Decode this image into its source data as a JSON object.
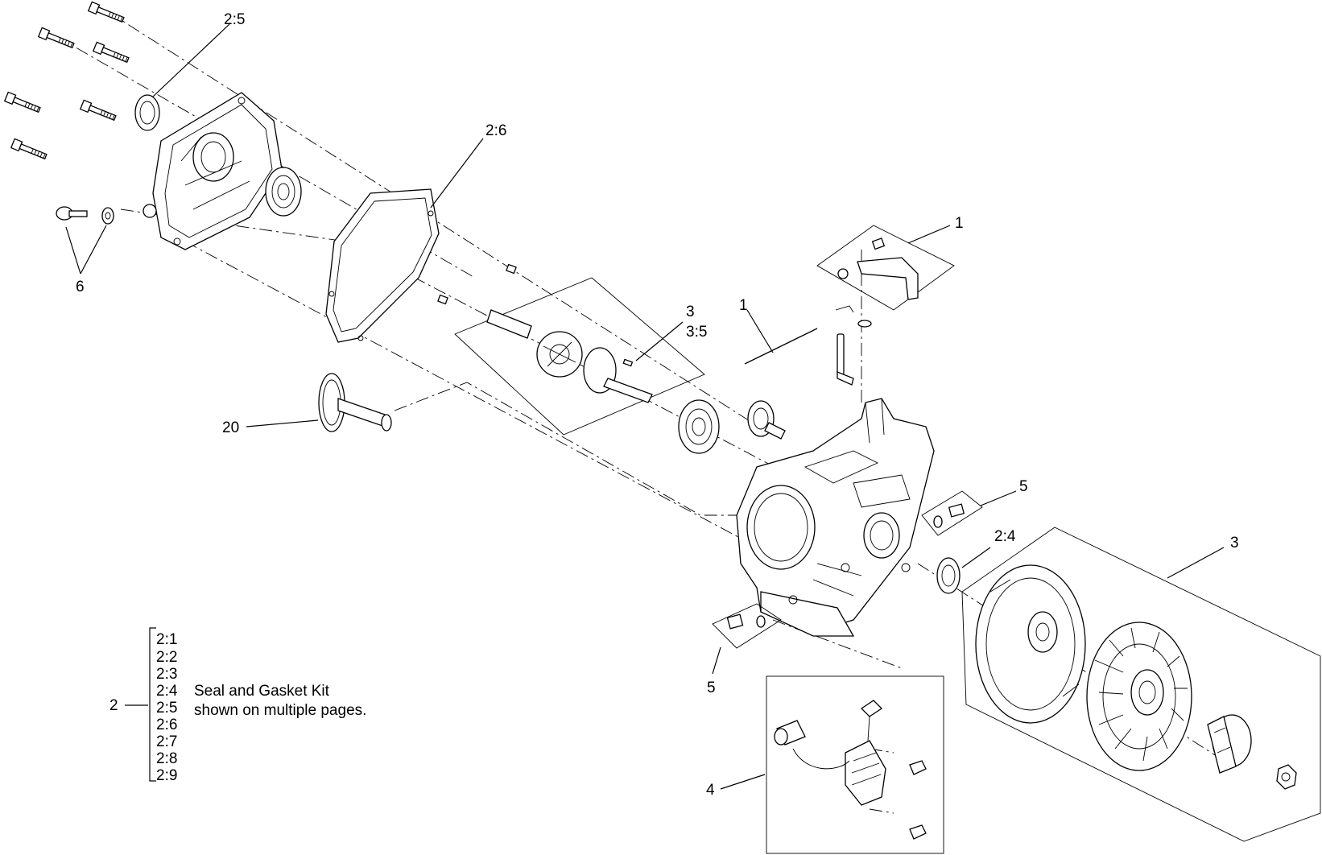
{
  "callouts": {
    "c_2_5": "2:5",
    "c_2_6": "2:6",
    "c_1_top": "1",
    "c_1_rod": "1",
    "c_6": "6",
    "c_3_crank": "3",
    "c_3_5": "3:5",
    "c_20": "20",
    "c_5_upper": "5",
    "c_2_4": "2:4",
    "c_3_flywheel": "3",
    "c_5_lower": "5",
    "c_4": "4"
  },
  "legend": {
    "parent_number": "2",
    "items": [
      "2:1",
      "2:2",
      "2:3",
      "2:4",
      "2:5",
      "2:6",
      "2:7",
      "2:8",
      "2:9"
    ],
    "description_line1": "Seal and Gasket Kit",
    "description_line2": "shown on multiple pages."
  }
}
